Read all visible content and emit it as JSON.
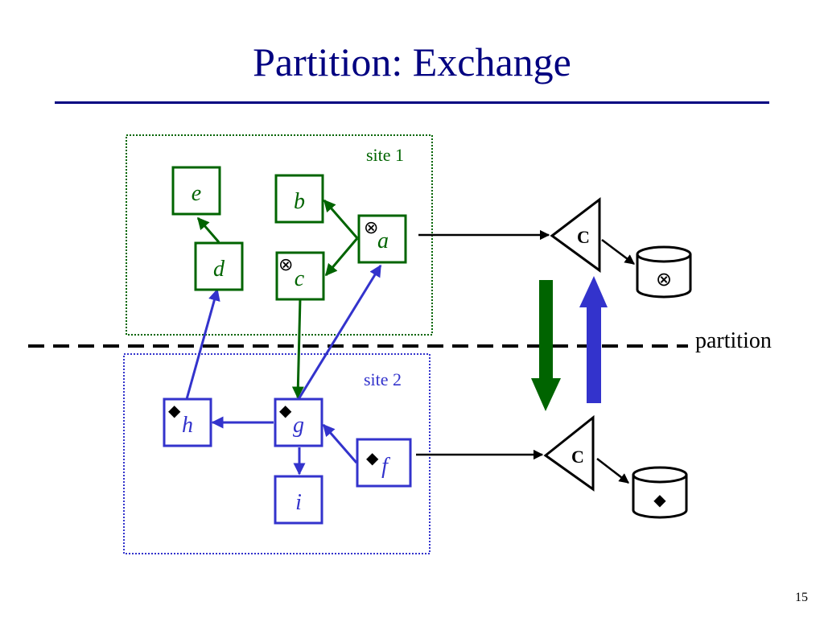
{
  "title": "Partition: Exchange",
  "page_number": "15",
  "colors": {
    "title": "#000080",
    "site1": "#006400",
    "site2": "#3333cc",
    "exchange_green": "#006400",
    "exchange_blue": "#3333cc",
    "black": "#000000"
  },
  "sites": [
    {
      "id": "site1",
      "label": "site 1"
    },
    {
      "id": "site2",
      "label": "site 2"
    }
  ],
  "partition_label": "partition",
  "nodes": {
    "a": {
      "label": "a",
      "site": "site1",
      "marker": "⊗"
    },
    "b": {
      "label": "b",
      "site": "site1",
      "marker": ""
    },
    "c": {
      "label": "c",
      "site": "site1",
      "marker": "⊗"
    },
    "d": {
      "label": "d",
      "site": "site1",
      "marker": ""
    },
    "e": {
      "label": "e",
      "site": "site1",
      "marker": ""
    },
    "f": {
      "label": "f",
      "site": "site2",
      "marker": "◆"
    },
    "g": {
      "label": "g",
      "site": "site2",
      "marker": "◆"
    },
    "h": {
      "label": "h",
      "site": "site2",
      "marker": "◆"
    },
    "i": {
      "label": "i",
      "site": "site2",
      "marker": ""
    }
  },
  "edges": [
    {
      "from": "a",
      "to": "b",
      "color": "site1"
    },
    {
      "from": "a",
      "to": "c",
      "color": "site1"
    },
    {
      "from": "d",
      "to": "e",
      "color": "site1"
    },
    {
      "from": "c",
      "to": "g",
      "color": "site1"
    },
    {
      "from": "g",
      "to": "a",
      "color": "site2"
    },
    {
      "from": "h",
      "to": "d",
      "color": "site2"
    },
    {
      "from": "g",
      "to": "h",
      "color": "site2"
    },
    {
      "from": "g",
      "to": "i",
      "color": "site2"
    },
    {
      "from": "f",
      "to": "g",
      "color": "site2"
    }
  ],
  "collectors": [
    {
      "id": "c1",
      "label": "C",
      "source": "a",
      "store_marker": "⊗"
    },
    {
      "id": "c2",
      "label": "C",
      "source": "f",
      "store_marker": "◆"
    }
  ]
}
